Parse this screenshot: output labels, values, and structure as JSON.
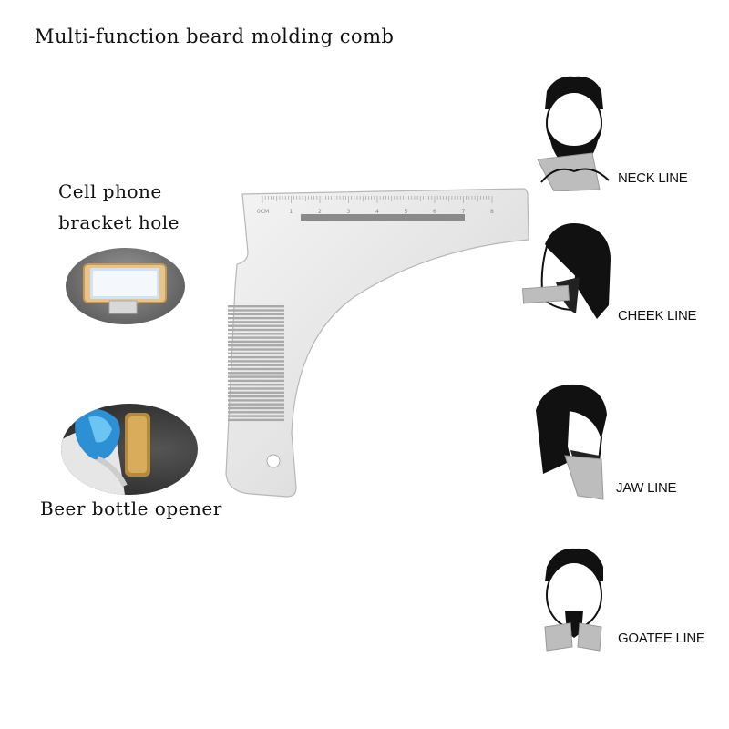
{
  "title": "Multi-function beard molding comb",
  "features": {
    "phone_bracket": {
      "line1": "Cell phone",
      "line2": "bracket hole"
    },
    "bottle_opener": "Beer bottle opener"
  },
  "comb": {
    "ruler_unit": "0CM",
    "ruler_ticks": [
      "1",
      "2",
      "3",
      "4",
      "5",
      "6",
      "7",
      "8"
    ]
  },
  "styles": [
    {
      "label": "NECK LINE"
    },
    {
      "label": "CHEEK LINE"
    },
    {
      "label": "JAW LINE"
    },
    {
      "label": "GOATEE LINE"
    }
  ]
}
